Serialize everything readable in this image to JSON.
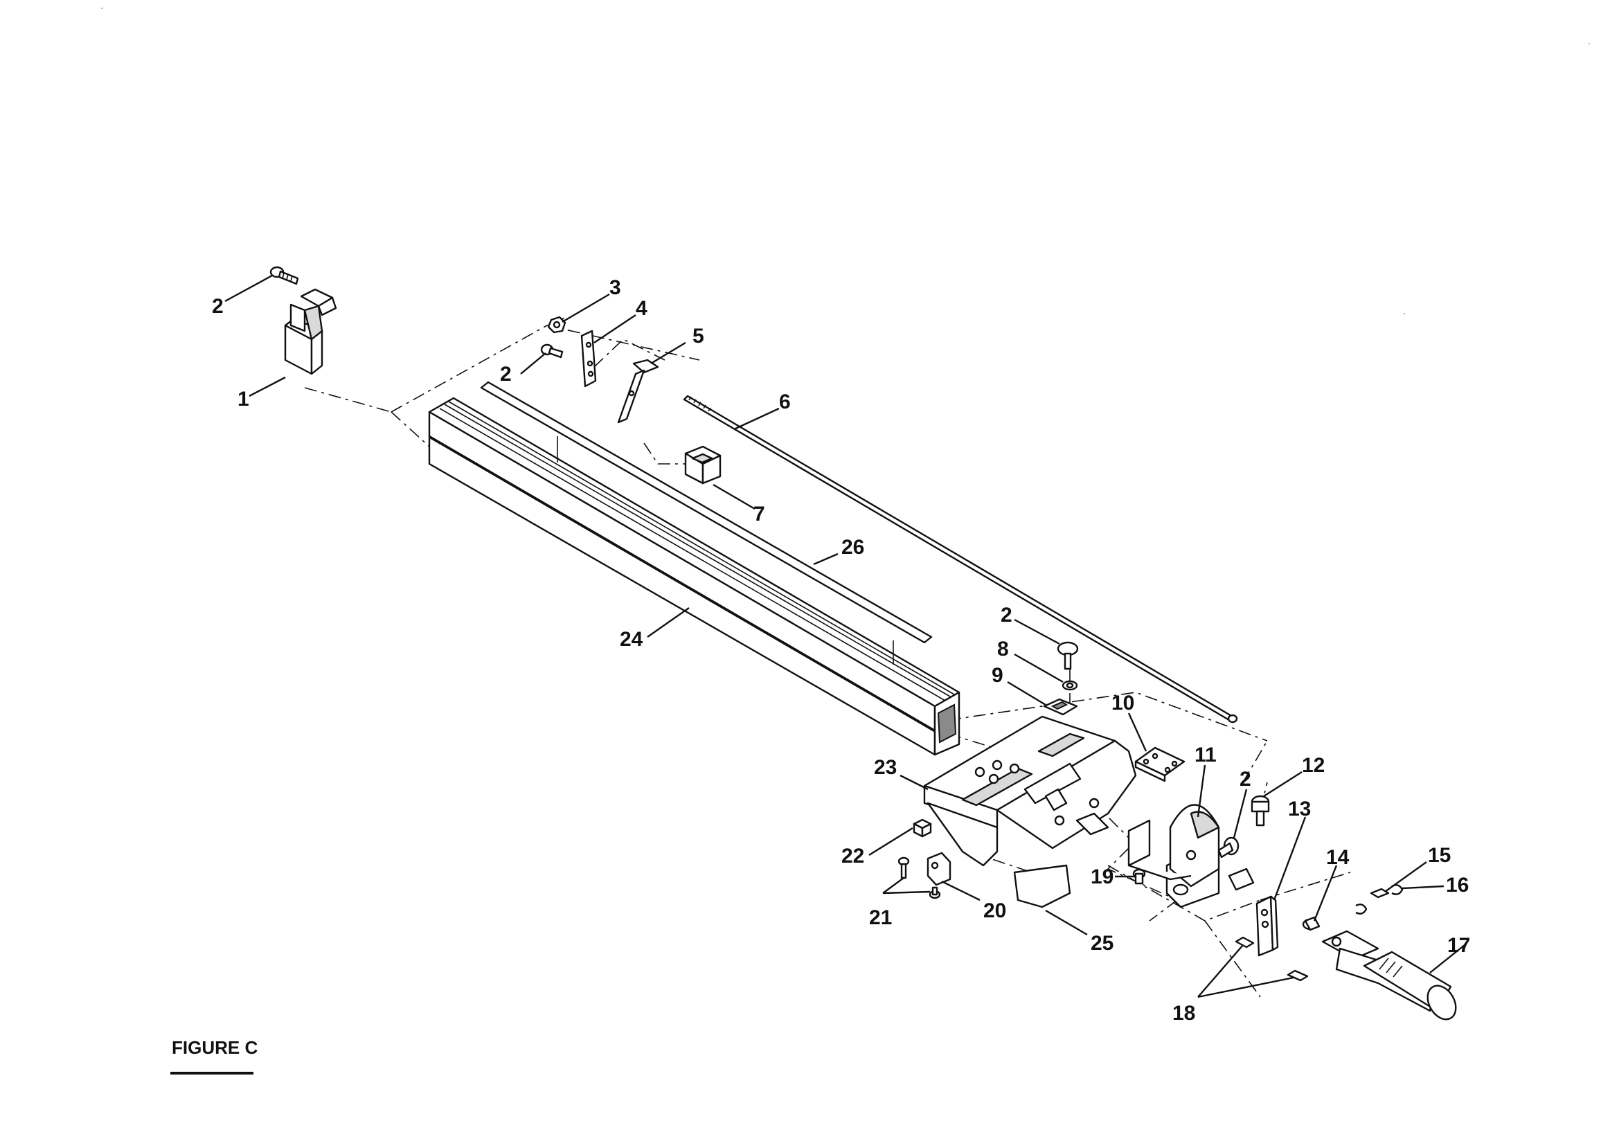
{
  "figure": {
    "caption": "FIGURE C"
  },
  "callouts": [
    {
      "id": "c2a",
      "label": "2"
    },
    {
      "id": "c1",
      "label": "1"
    },
    {
      "id": "c3",
      "label": "3"
    },
    {
      "id": "c4",
      "label": "4"
    },
    {
      "id": "c2b",
      "label": "2"
    },
    {
      "id": "c5",
      "label": "5"
    },
    {
      "id": "c6",
      "label": "6"
    },
    {
      "id": "c7",
      "label": "7"
    },
    {
      "id": "c26",
      "label": "26"
    },
    {
      "id": "c24",
      "label": "24"
    },
    {
      "id": "c2c",
      "label": "2"
    },
    {
      "id": "c8",
      "label": "8"
    },
    {
      "id": "c9",
      "label": "9"
    },
    {
      "id": "c10",
      "label": "10"
    },
    {
      "id": "c11",
      "label": "11"
    },
    {
      "id": "c2d",
      "label": "2"
    },
    {
      "id": "c12",
      "label": "12"
    },
    {
      "id": "c23",
      "label": "23"
    },
    {
      "id": "c13",
      "label": "13"
    },
    {
      "id": "c14",
      "label": "14"
    },
    {
      "id": "c15",
      "label": "15"
    },
    {
      "id": "c16",
      "label": "16"
    },
    {
      "id": "c22",
      "label": "22"
    },
    {
      "id": "c19",
      "label": "19"
    },
    {
      "id": "c21",
      "label": "21"
    },
    {
      "id": "c20",
      "label": "20"
    },
    {
      "id": "c25",
      "label": "25"
    },
    {
      "id": "c17",
      "label": "17"
    },
    {
      "id": "c18",
      "label": "18"
    }
  ]
}
